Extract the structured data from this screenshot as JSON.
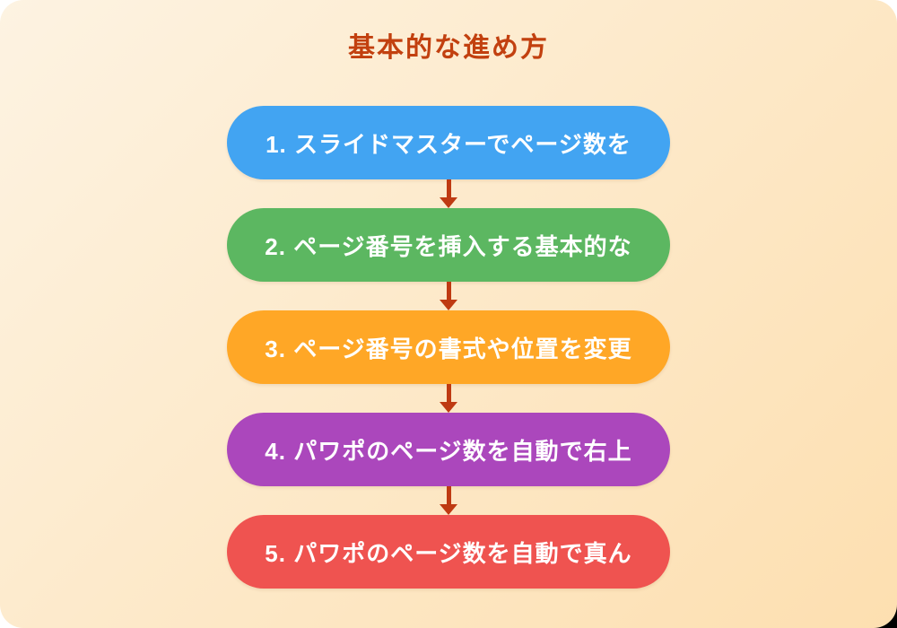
{
  "page": {
    "title": "基本的な進め方",
    "title_color": "#c2400f",
    "arrow_color": "#bf3a12",
    "background_colors": [
      "#fdf3e2",
      "#fddfb0"
    ],
    "step_text_color": "#ffffff"
  },
  "steps": [
    {
      "label": "1. スライドマスターでページ数を",
      "color": "#42a4f2"
    },
    {
      "label": "2. ページ番号を挿入する基本的な",
      "color": "#5cb761"
    },
    {
      "label": "3. ページ番号の書式や位置を変更",
      "color": "#ffa726"
    },
    {
      "label": "4. パワポのページ数を自動で右上",
      "color": "#ab47bc"
    },
    {
      "label": "5. パワポのページ数を自動で真ん",
      "color": "#ef5350"
    }
  ]
}
